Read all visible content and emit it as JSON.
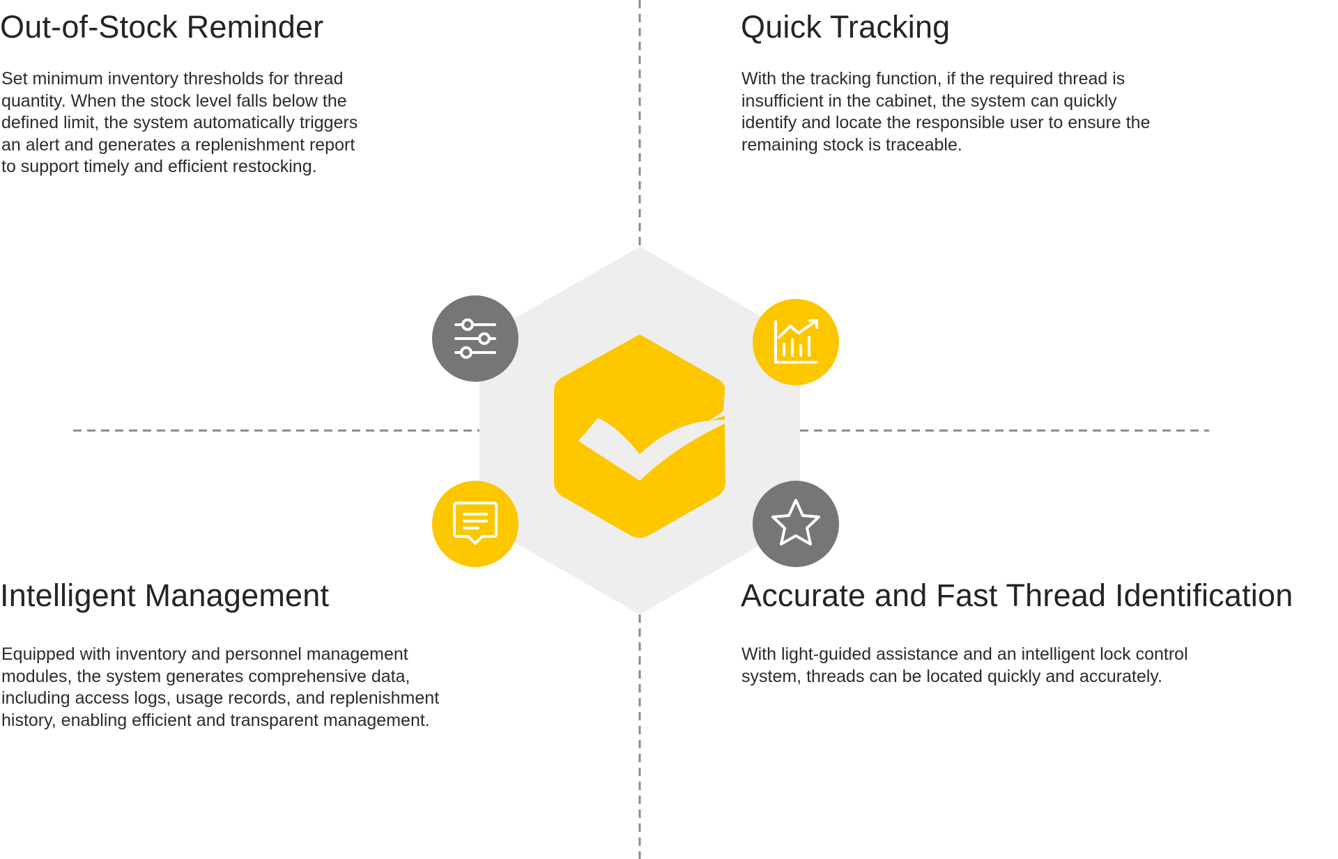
{
  "sections": {
    "top_left": {
      "title": "Out-of-Stock Reminder",
      "body": "Set minimum inventory thresholds for thread quantity. When the stock level falls below the defined limit, the system automatically triggers an alert and generates a replenishment report to support timely and efficient restocking."
    },
    "top_right": {
      "title": "Quick Tracking",
      "body": "With the tracking function, if the required thread is insufficient in the cabinet, the system can quickly identify and locate the responsible user to ensure the remaining stock is traceable."
    },
    "bottom_left": {
      "title": "Intelligent Management",
      "body": "Equipped with inventory and personnel management modules, the system generates comprehensive data, including access logs, usage records, and replenishment history, enabling efficient and transparent management."
    },
    "bottom_right": {
      "title": "Accurate and Fast Thread Identification",
      "body": "With light-guided assistance and an intelligent lock control system, threads can be located quickly and accurately."
    }
  },
  "icons": {
    "top_left": "sliders-icon",
    "top_right": "bar-chart-icon",
    "bottom_left": "message-icon",
    "bottom_right": "star-icon",
    "center": "checkmark-hexagon-icon"
  },
  "colors": {
    "accent_yellow": "#FDC700",
    "icon_gray": "#767676",
    "hexagon_bg": "#EEEEEE",
    "divider": "#8A8A8A",
    "text": "#2B2B2B"
  }
}
